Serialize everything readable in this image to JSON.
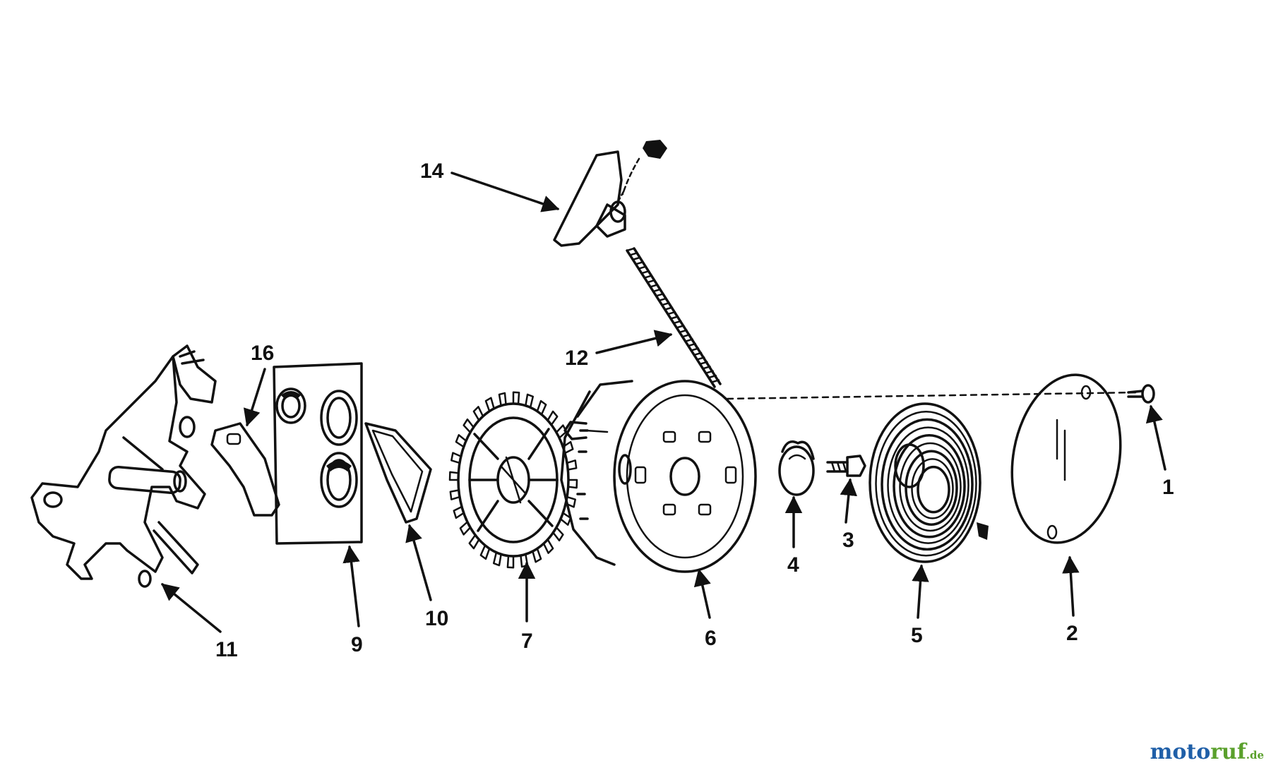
{
  "callouts": {
    "p1": "1",
    "p2": "2",
    "p3": "3",
    "p4": "4",
    "p5": "5",
    "p6": "6",
    "p7": "7",
    "p9": "9",
    "p10": "10",
    "p11": "11",
    "p12": "12",
    "p14": "14",
    "p16": "16"
  },
  "watermark": {
    "text_a": "moto",
    "text_b": "ruf",
    "suffix": ".de"
  }
}
